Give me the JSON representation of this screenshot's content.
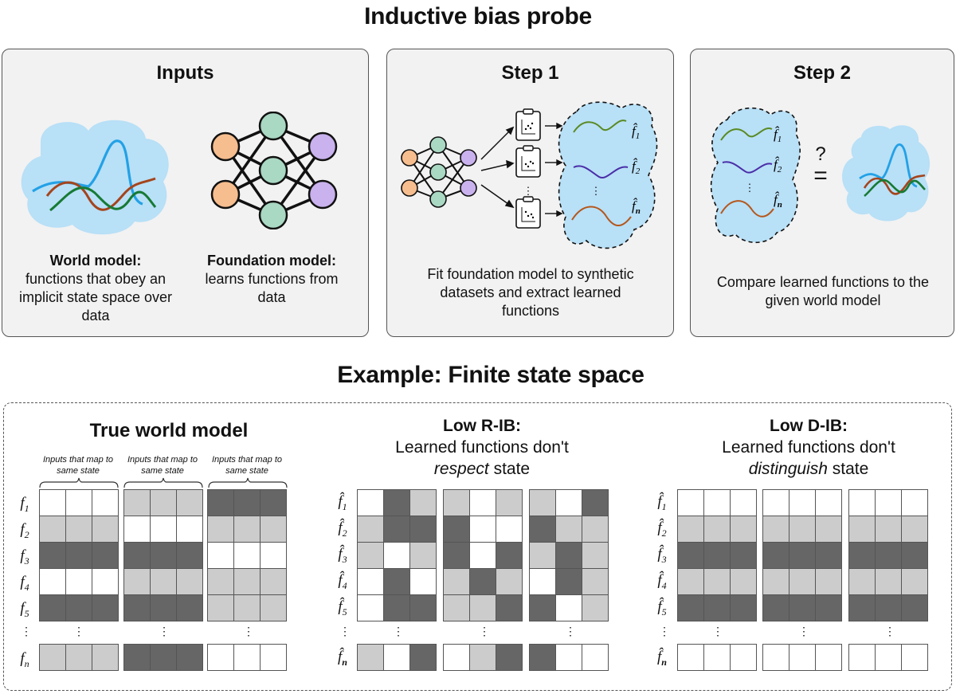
{
  "title": "Inductive bias probe",
  "inputs": {
    "title": "Inputs",
    "world_label": "World model:",
    "world_text": "functions that obey an implicit state space over data",
    "foundation_label": "Foundation model:",
    "foundation_text": "learns functions from data"
  },
  "step1": {
    "title": "Step 1",
    "text": "Fit foundation model to synthetic datasets and extract learned functions"
  },
  "step2": {
    "title": "Step 2",
    "text": "Compare learned functions to the given world model",
    "question": "?",
    "equals": "="
  },
  "example": {
    "title": "Example: Finite state space",
    "true_model": {
      "title": "True world model",
      "group_label": "Inputs that map to same state",
      "row_labels": [
        "f1",
        "f2",
        "f3",
        "f4",
        "f5",
        "fn"
      ]
    },
    "low_rib": {
      "title": "Low R-IB:",
      "line1": "Learned functions don't",
      "emph": "respect",
      "tail": " state"
    },
    "low_dib": {
      "title": "Low D-IB:",
      "line1": "Learned functions don't",
      "emph": "distinguish",
      "tail": " state"
    },
    "ellipsis": "⋮"
  },
  "colors": {
    "white": "#ffffff",
    "light": "#cccccc",
    "dark": "#666666",
    "cloud": "#b8e0f7",
    "orange": "#f6bd8e",
    "green": "#a9d8c3",
    "purple": "#c9b2ee"
  },
  "grids": {
    "true_model": [
      [
        [
          0,
          0,
          0
        ],
        [
          1,
          1,
          1
        ],
        [
          2,
          2,
          2
        ]
      ],
      [
        [
          1,
          1,
          1
        ],
        [
          0,
          0,
          0
        ],
        [
          1,
          1,
          1
        ]
      ],
      [
        [
          2,
          2,
          2
        ],
        [
          2,
          2,
          2
        ],
        [
          0,
          0,
          0
        ]
      ],
      [
        [
          0,
          0,
          0
        ],
        [
          1,
          1,
          1
        ],
        [
          1,
          1,
          1
        ]
      ],
      [
        [
          2,
          2,
          2
        ],
        [
          2,
          2,
          2
        ],
        [
          1,
          1,
          1
        ]
      ],
      [
        [
          1,
          1,
          1
        ],
        [
          2,
          2,
          2
        ],
        [
          0,
          0,
          0
        ]
      ]
    ],
    "low_rib": [
      [
        [
          0,
          2,
          1
        ],
        [
          1,
          0,
          1
        ],
        [
          1,
          0,
          2
        ]
      ],
      [
        [
          1,
          2,
          2
        ],
        [
          2,
          0,
          0
        ],
        [
          2,
          1,
          1
        ]
      ],
      [
        [
          1,
          0,
          1
        ],
        [
          2,
          0,
          2
        ],
        [
          1,
          2,
          1
        ]
      ],
      [
        [
          0,
          2,
          0
        ],
        [
          1,
          2,
          1
        ],
        [
          0,
          2,
          1
        ]
      ],
      [
        [
          0,
          2,
          2
        ],
        [
          1,
          1,
          2
        ],
        [
          2,
          0,
          1
        ]
      ],
      [
        [
          1,
          0,
          2
        ],
        [
          0,
          1,
          2
        ],
        [
          2,
          0,
          0
        ]
      ]
    ],
    "low_dib": [
      [
        [
          0,
          0,
          0
        ],
        [
          0,
          0,
          0
        ],
        [
          0,
          0,
          0
        ]
      ],
      [
        [
          1,
          1,
          1
        ],
        [
          1,
          1,
          1
        ],
        [
          1,
          1,
          1
        ]
      ],
      [
        [
          2,
          2,
          2
        ],
        [
          2,
          2,
          2
        ],
        [
          2,
          2,
          2
        ]
      ],
      [
        [
          1,
          1,
          1
        ],
        [
          1,
          1,
          1
        ],
        [
          1,
          1,
          1
        ]
      ],
      [
        [
          2,
          2,
          2
        ],
        [
          2,
          2,
          2
        ],
        [
          2,
          2,
          2
        ]
      ],
      [
        [
          0,
          0,
          0
        ],
        [
          0,
          0,
          0
        ],
        [
          0,
          0,
          0
        ]
      ]
    ]
  }
}
